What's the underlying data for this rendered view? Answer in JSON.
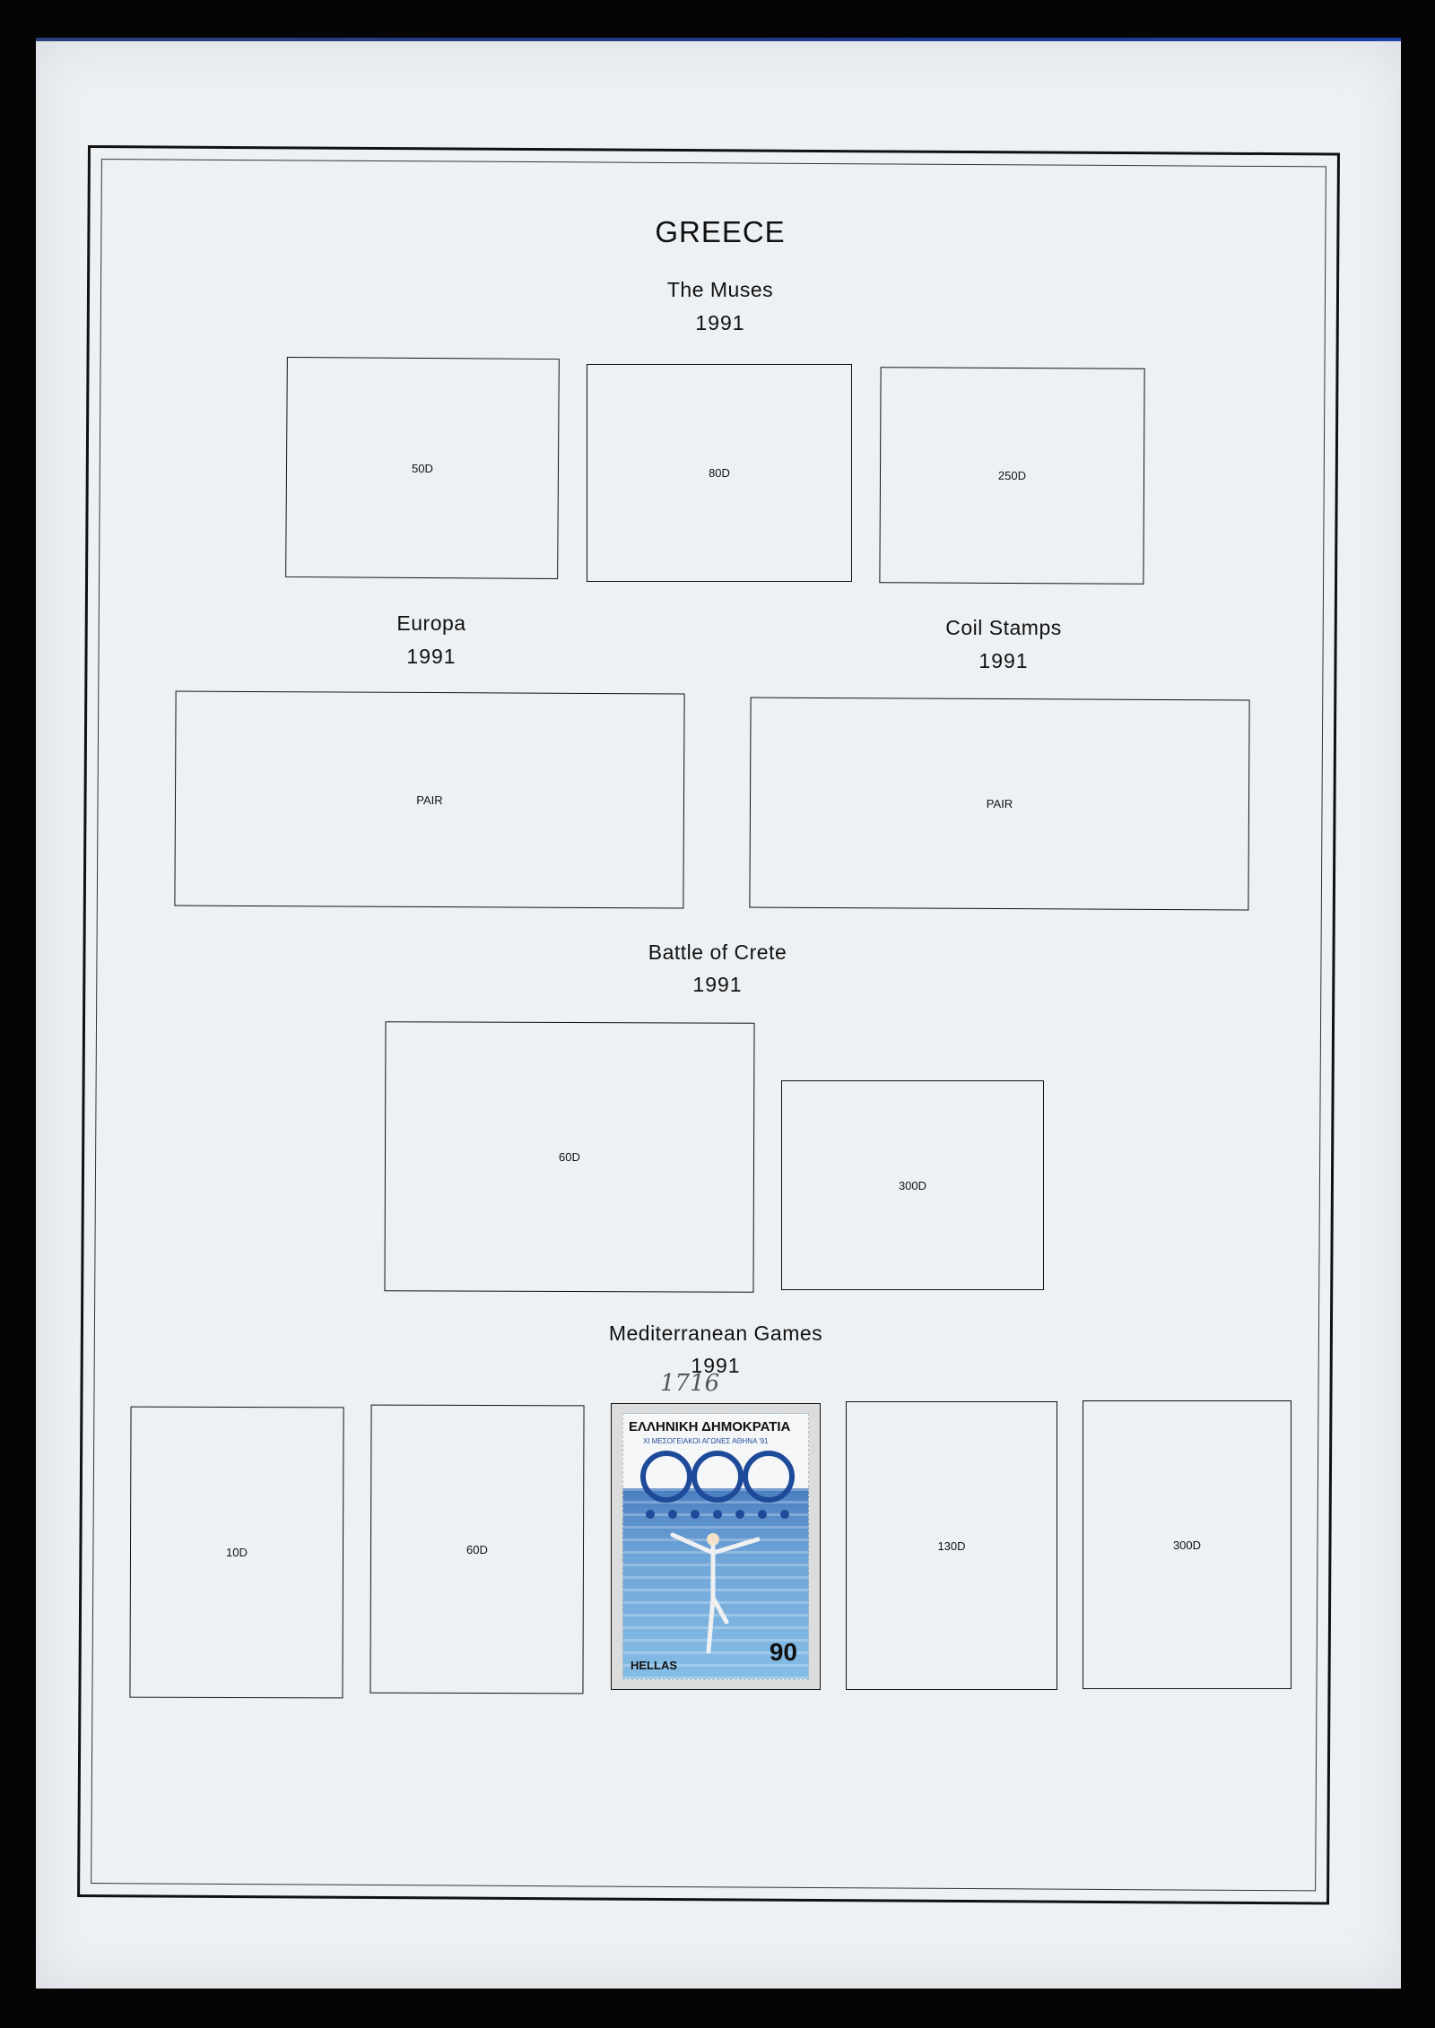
{
  "page": {
    "title": "GREECE"
  },
  "sections": {
    "muses": {
      "heading": "The Muses",
      "year": "1991",
      "slots": [
        "50D",
        "80D",
        "250D"
      ]
    },
    "europa": {
      "heading": "Europa",
      "year": "1991",
      "slots": [
        "PAIR"
      ]
    },
    "coil": {
      "heading": "Coil Stamps",
      "year": "1991",
      "slots": [
        "PAIR"
      ]
    },
    "crete": {
      "heading": "Battle of Crete",
      "year": "1991",
      "slots": [
        "60D",
        "300D"
      ]
    },
    "games": {
      "heading": "Mediterranean Games",
      "year": "1991",
      "slots": [
        "10D",
        "60D",
        "130D",
        "300D"
      ]
    }
  },
  "stamp": {
    "country": "ΕΛΛΗΝΙΚΗ ΔΗΜΟΚΡΑΤΙΑ",
    "subtitle": "XI ΜΕΣΟΓΕΙΑΚΟΙ ΑΓΩΝΕΣ ΑΘΗΝΑ '91",
    "value": "90",
    "name": "HELLAS",
    "pencil_note": "1716"
  },
  "colors": {
    "page_background": "#eef1f4",
    "border": "#111111",
    "album_strip": "#1f3a8c",
    "stamp_water": "#4a7ec0",
    "stamp_rings": "#1e4a9a"
  }
}
